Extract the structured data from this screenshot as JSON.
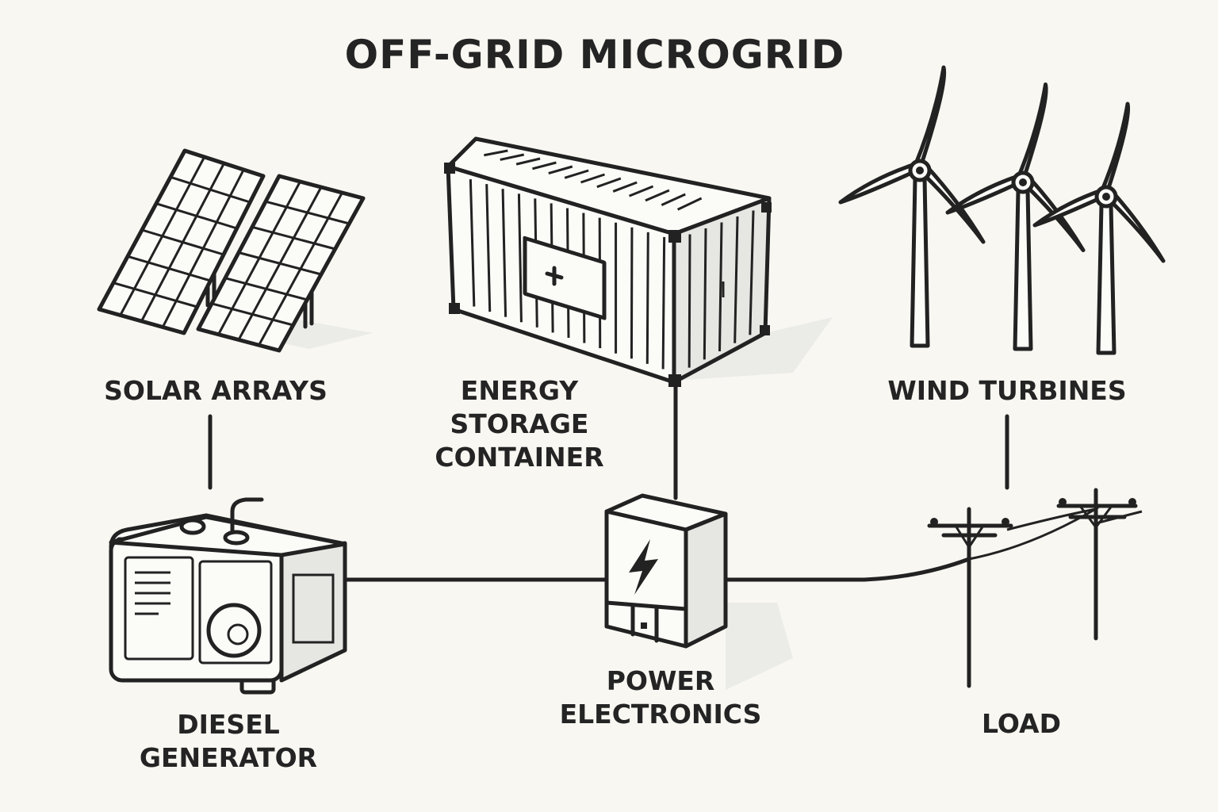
{
  "title": "OFF-GRID MICROGRID",
  "components": {
    "solar": {
      "label": "SOLAR ARRAYS"
    },
    "storage": {
      "label_lines": [
        "ENERGY",
        "STORAGE",
        "CONTAINER"
      ]
    },
    "wind": {
      "label": "WIND TURBINES"
    },
    "diesel": {
      "label_lines": [
        "DIESEL",
        "GENERATOR"
      ]
    },
    "power": {
      "label_lines": [
        "POWER",
        "ELECTRONICS"
      ]
    },
    "load": {
      "label": "LOAD"
    }
  },
  "colors": {
    "background": "#f8f7f2",
    "stroke": "#222222",
    "shade": "#e6e6e3"
  }
}
